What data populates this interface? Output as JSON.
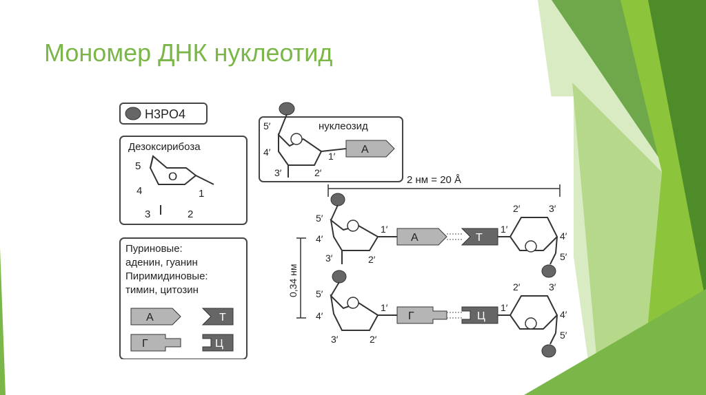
{
  "slide": {
    "title": "Мономер ДНК нуклеотид",
    "accent_colors": [
      "#4e8c2a",
      "#6fa84a",
      "#8cc43c",
      "#b6d88a",
      "#d9ebc3"
    ]
  },
  "figure": {
    "phosphate_legend": "H3PO4",
    "deoxyribose": {
      "title": "Дезоксирибоза",
      "atoms": [
        "5",
        "4",
        "O",
        "1",
        "3",
        "2"
      ]
    },
    "nucleoside": {
      "label": "нуклеозид",
      "base": "A",
      "primes": [
        "5′",
        "4′",
        "1′",
        "3′",
        "2′"
      ]
    },
    "bases_legend": {
      "lines": [
        "Пуриновые:",
        "аденин, гуанин",
        "Пиримидиновые:",
        "тимин, цитозин"
      ],
      "shapes": [
        "А",
        "Т",
        "Г",
        "Ц"
      ]
    },
    "dimension": {
      "width_label": "2 нм = 20 Å",
      "height_label": "0,34 нм"
    },
    "pairs": [
      {
        "left_base": "А",
        "right_base": "Т"
      },
      {
        "left_base": "Г",
        "right_base": "Ц"
      }
    ],
    "primes": {
      "p5": "5′",
      "p4": "4′",
      "p3": "3′",
      "p2": "2′",
      "p1": "1′"
    }
  }
}
